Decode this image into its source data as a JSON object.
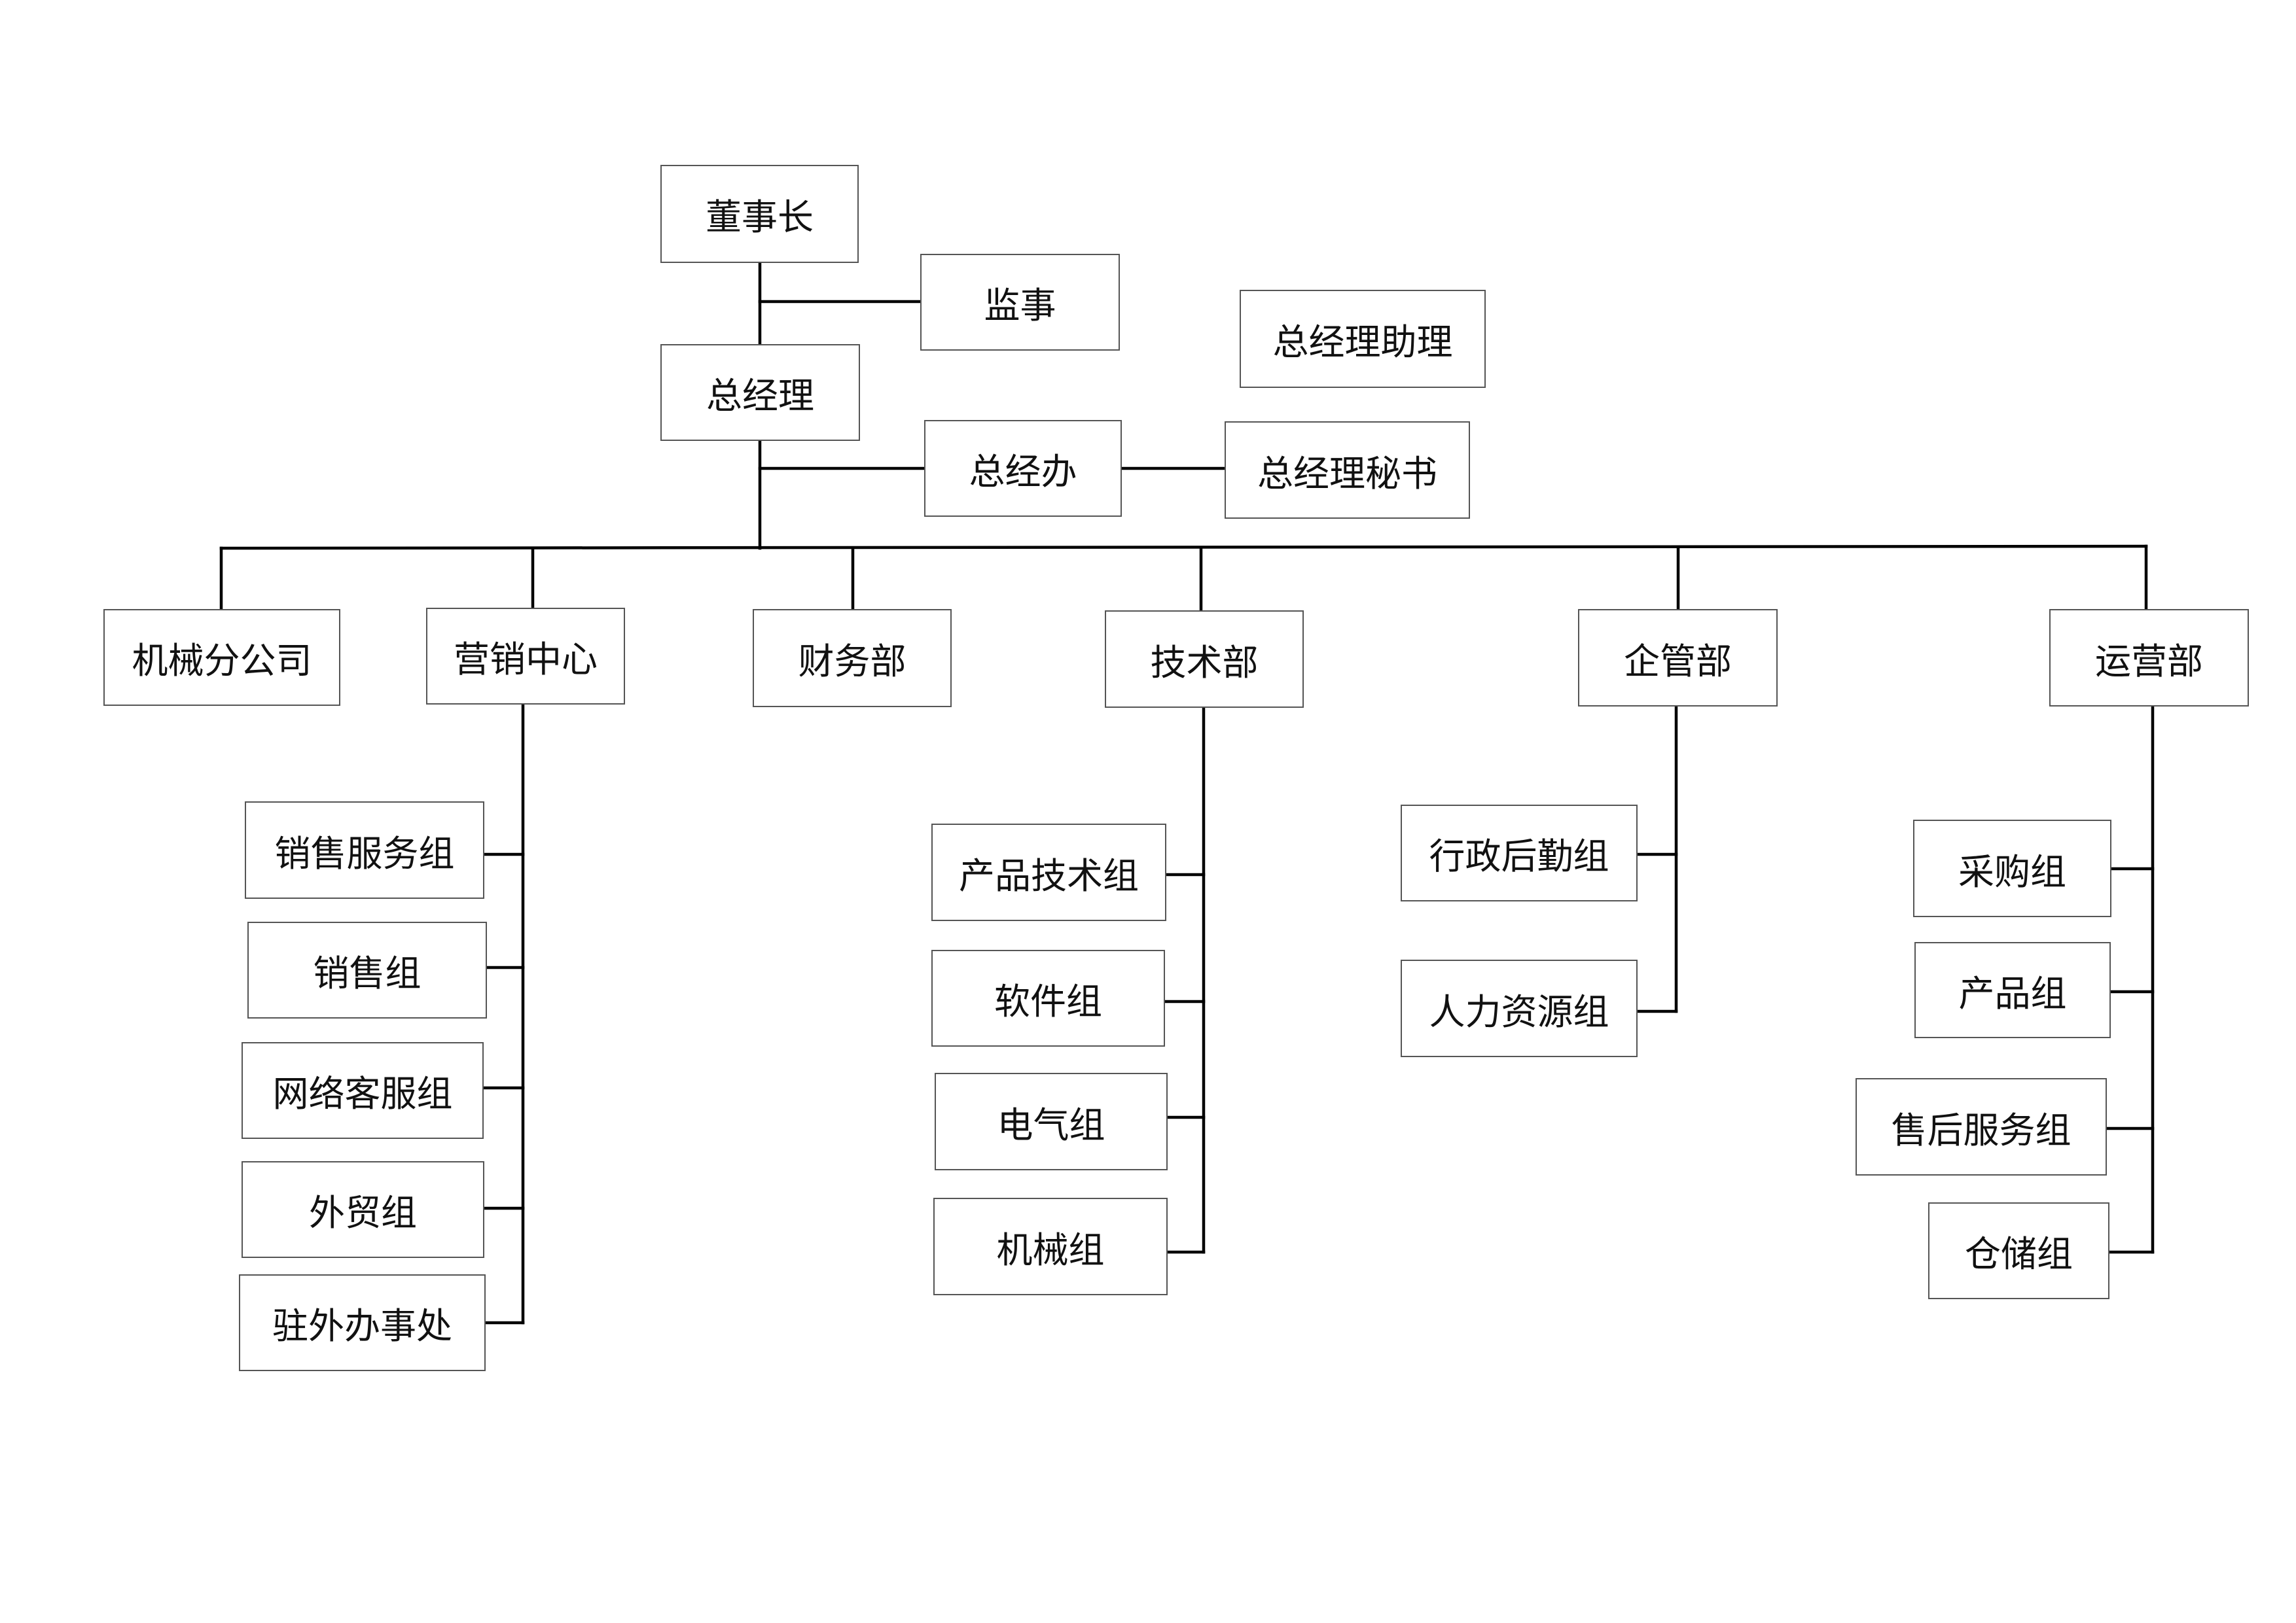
{
  "chart": {
    "nodes": {
      "chairman": "董事长",
      "supervisor": "监事",
      "gm": "总经理",
      "gm_assistant": "总经理助理",
      "gm_office": "总经办",
      "gm_secretary": "总经理秘书",
      "machinery_branch": "机械分公司",
      "marketing_center": "营销中心",
      "finance_dept": "财务部",
      "tech_dept": "技术部",
      "enterprise_mgmt_dept": "企管部",
      "operations_dept": "运营部",
      "sales_service_group": "销售服务组",
      "sales_group": "销售组",
      "online_cs_group": "网络客服组",
      "foreign_trade_group": "外贸组",
      "external_office": "驻外办事处",
      "product_tech_group": "产品技术组",
      "software_group": "软件组",
      "electrical_group": "电气组",
      "mechanical_group": "机械组",
      "admin_logistics_group": "行政后勤组",
      "hr_group": "人力资源组",
      "purchasing_group": "采购组",
      "product_group": "产品组",
      "after_sales_group": "售后服务组",
      "warehouse_group": "仓储组"
    },
    "colors": {
      "line": "#000000",
      "border": "#555555",
      "text": "#111111",
      "background": "#ffffff"
    }
  }
}
